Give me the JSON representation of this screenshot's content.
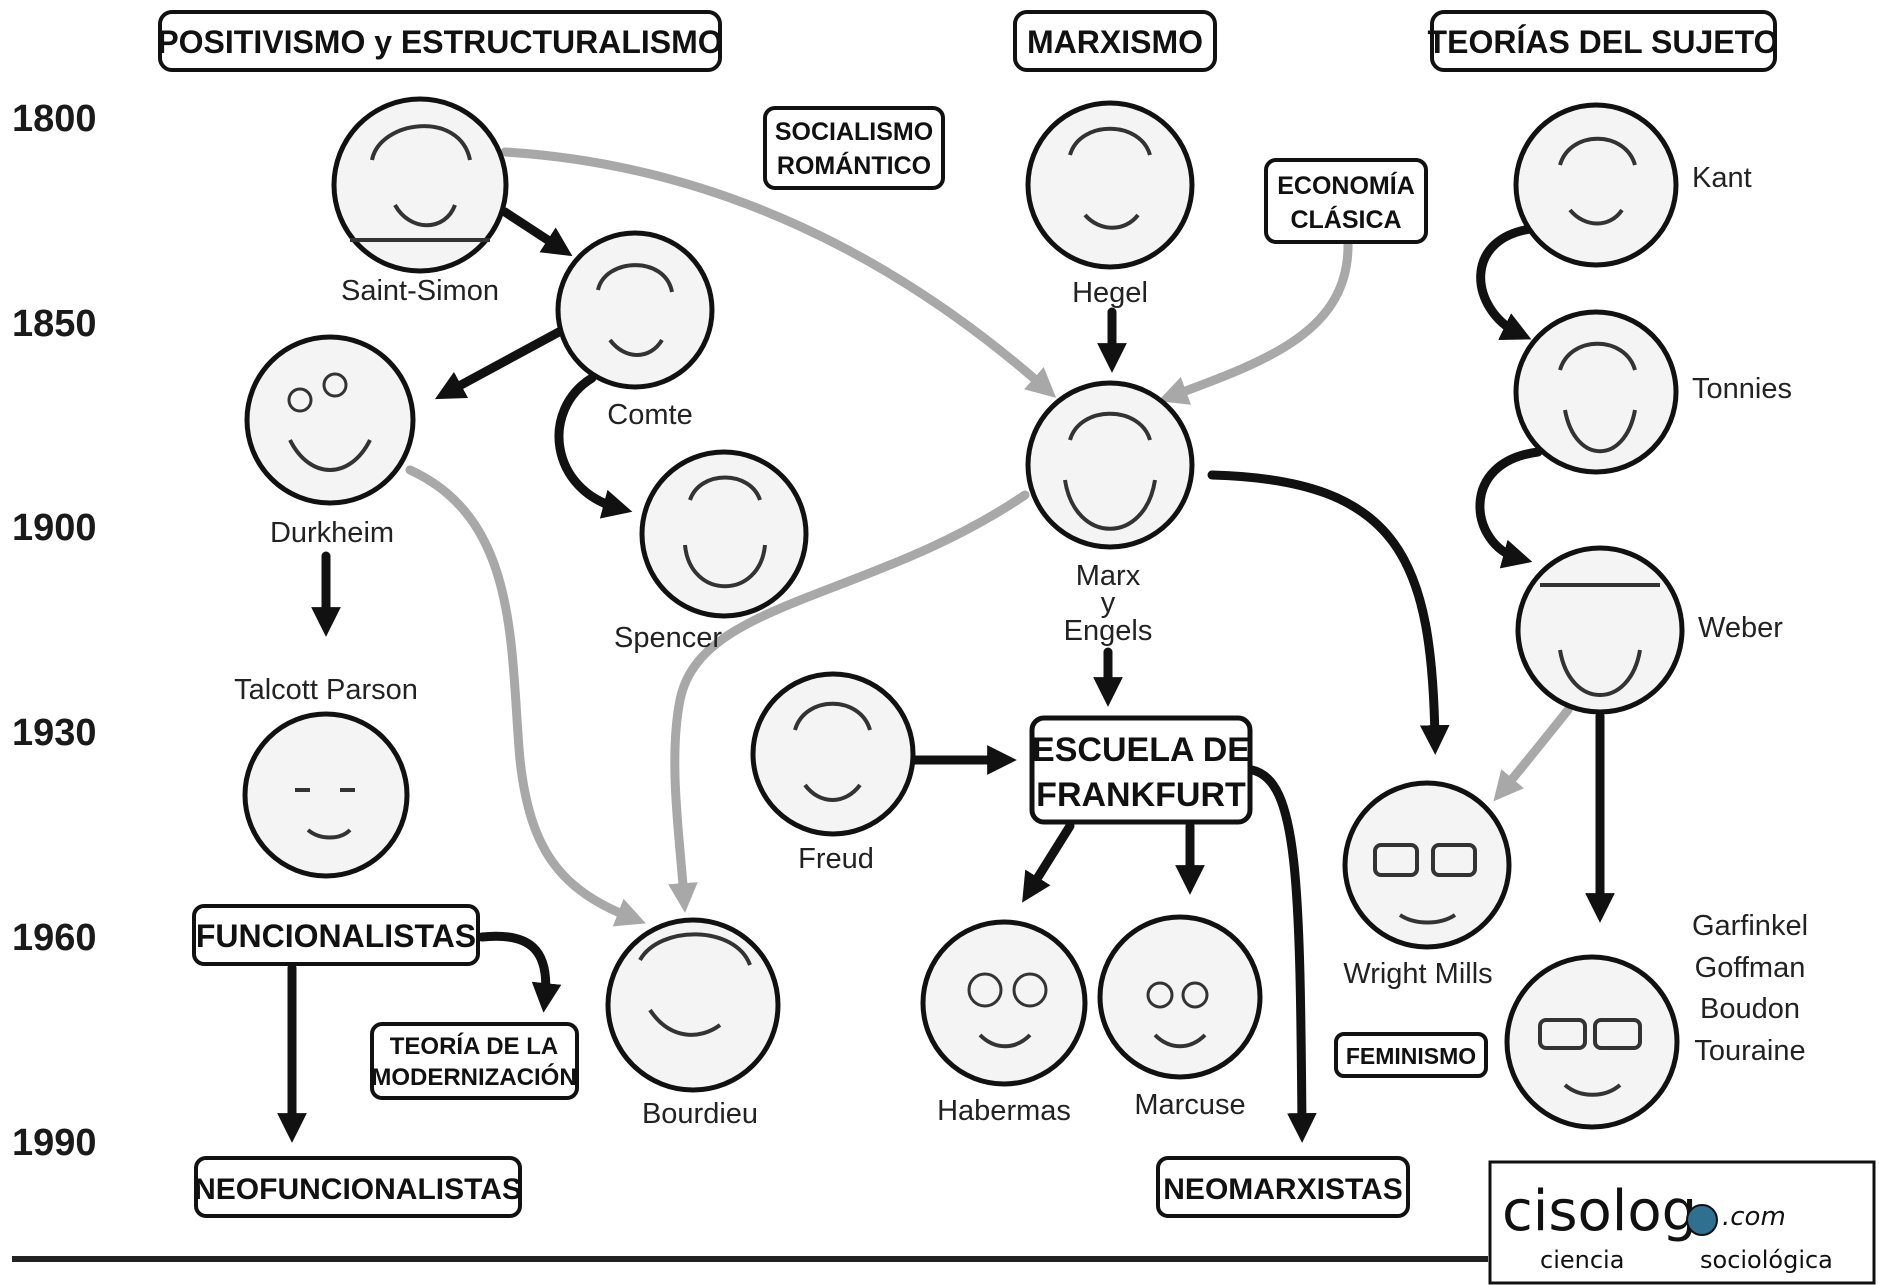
{
  "headers": {
    "positivismo": "POSITIVISMO y ESTRUCTURALISMO",
    "marxismo": "MARXISMO",
    "teorias": "TEORÍAS DEL SUJETO"
  },
  "years": [
    "1800",
    "1850",
    "1900",
    "1930",
    "1960",
    "1990"
  ],
  "boxes": {
    "socialismo_1": "SOCIALISMO",
    "socialismo_2": "ROMÁNTICO",
    "economia_1": "ECONOMÍA",
    "economia_2": "CLÁSICA",
    "frankfurt_1": "ESCUELA DE",
    "frankfurt_2": "FRANKFURT",
    "funcionalistas": "FUNCIONALISTAS",
    "modernizacion_1": "TEORÍA DE LA",
    "modernizacion_2": "MODERNIZACIÓN",
    "neofuncionalistas": "NEOFUNCIONALISTAS",
    "neomarxistas": "NEOMARXISTAS",
    "feminismo": "FEMINISMO"
  },
  "people": {
    "saint_simon": "Saint-Simon",
    "comte": "Comte",
    "durkheim": "Durkheim",
    "spencer": "Spencer",
    "talcott": "Talcott Parson",
    "bourdieu": "Bourdieu",
    "hegel": "Hegel",
    "marx_1": "Marx",
    "marx_2": "y",
    "marx_3": "Engels",
    "freud": "Freud",
    "habermas": "Habermas",
    "marcuse": "Marcuse",
    "kant": "Kant",
    "tonnies": "Tonnies",
    "weber": "Weber",
    "wright_mills": "Wright Mills",
    "garfinkel": "Garfinkel",
    "goffman": "Goffman",
    "boudon": "Boudon",
    "touraine": "Touraine"
  },
  "logo": {
    "name": "cisolog",
    "domain": ".com",
    "tagline_1": "ciencia",
    "tagline_2": "sociológica"
  },
  "colors": {
    "black_arrow": "#111111",
    "gray_arrow": "#a8a8a8"
  }
}
